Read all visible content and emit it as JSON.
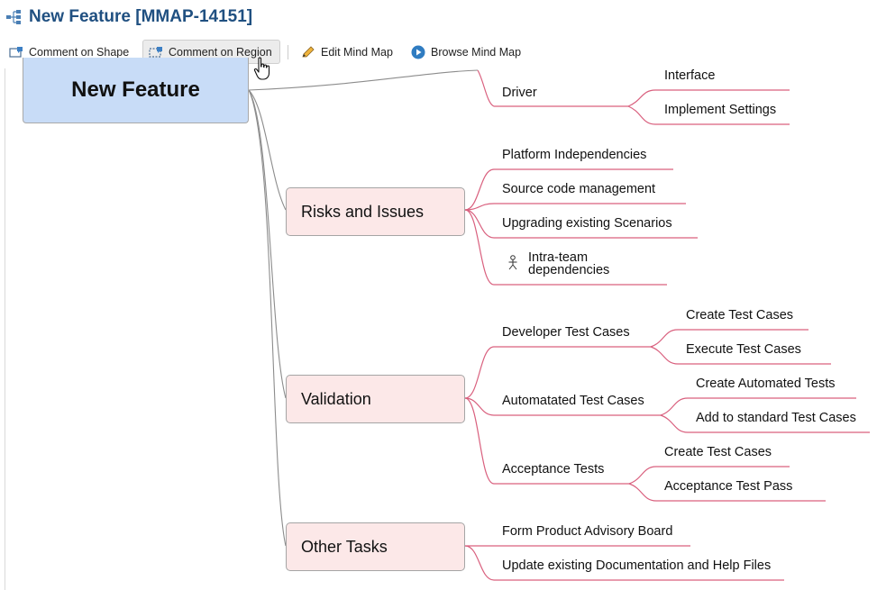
{
  "header": {
    "title": "New Feature [MMAP-14151]",
    "icon": "mindmap-icon"
  },
  "toolbar": {
    "comment_shape": "Comment on Shape",
    "comment_region": "Comment on Region",
    "edit_map": "Edit Mind Map",
    "browse_map": "Browse Mind Map"
  },
  "mindmap": {
    "root": "New Feature",
    "driver": {
      "label": "Driver",
      "children": [
        "Interface",
        "Implement Settings"
      ]
    },
    "risks": {
      "label": "Risks and Issues",
      "children": [
        "Platform Independencies",
        "Source code management",
        "Upgrading existing Scenarios"
      ],
      "multiline_child": [
        "Intra-team",
        "dependencies"
      ]
    },
    "validation": {
      "label": "Validation",
      "developer": {
        "label": "Developer Test Cases",
        "children": [
          "Create Test Cases",
          "Execute Test Cases"
        ]
      },
      "automated": {
        "label": "Automatated Test Cases",
        "children": [
          "Create Automated Tests",
          "Add to standard Test Cases"
        ]
      },
      "acceptance": {
        "label": "Acceptance Tests",
        "children": [
          "Create Test Cases",
          "Acceptance Test Pass"
        ]
      }
    },
    "other": {
      "label": "Other Tasks",
      "children": [
        "Form Product Advisory Board",
        "Update existing Documentation and Help Files"
      ]
    }
  },
  "colors": {
    "title": "#205081",
    "root_fill": "#c8dcf7",
    "branch_fill": "#fce8e8",
    "connector_gray": "#8c8c8c",
    "connector_pink": "#d9607e"
  }
}
